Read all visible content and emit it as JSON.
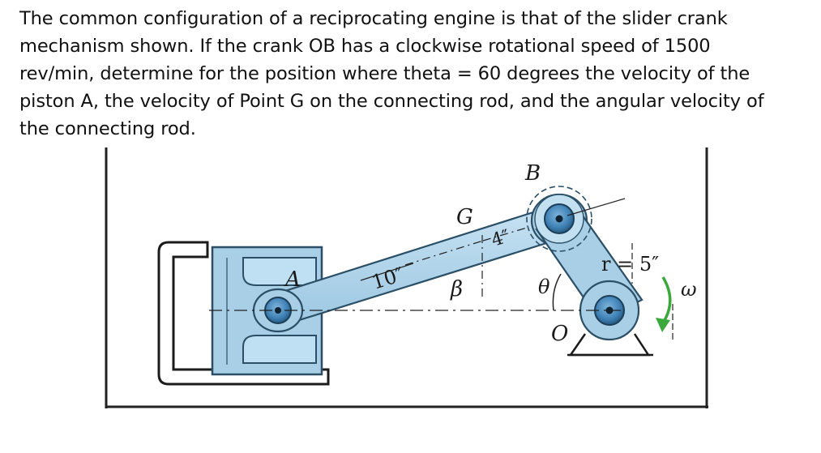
{
  "problem": {
    "lines": [
      "The common configuration of a reciprocating engine is that of the slider crank",
      "mechanism shown. If the crank OB has a clockwise rotational speed of 1500",
      "rev/min, determine for the position where theta = 60 degrees the velocity of the",
      "piston A, the velocity of Point G on the connecting rod, and the angular velocity of",
      "the connecting rod."
    ]
  },
  "figure": {
    "labels": {
      "A": "A",
      "B": "B",
      "G": "G",
      "O": "O",
      "beta": "β",
      "theta": "θ",
      "omega": "ω",
      "rod_length": "10″",
      "g_distance": "4″",
      "crank_radius": "r = 5″"
    },
    "colors": {
      "part_fill": "#a9cfe6",
      "part_stroke": "#2a4f66",
      "pin_fill": "#3d7fb3",
      "arrow_green": "#3aa83a"
    }
  }
}
